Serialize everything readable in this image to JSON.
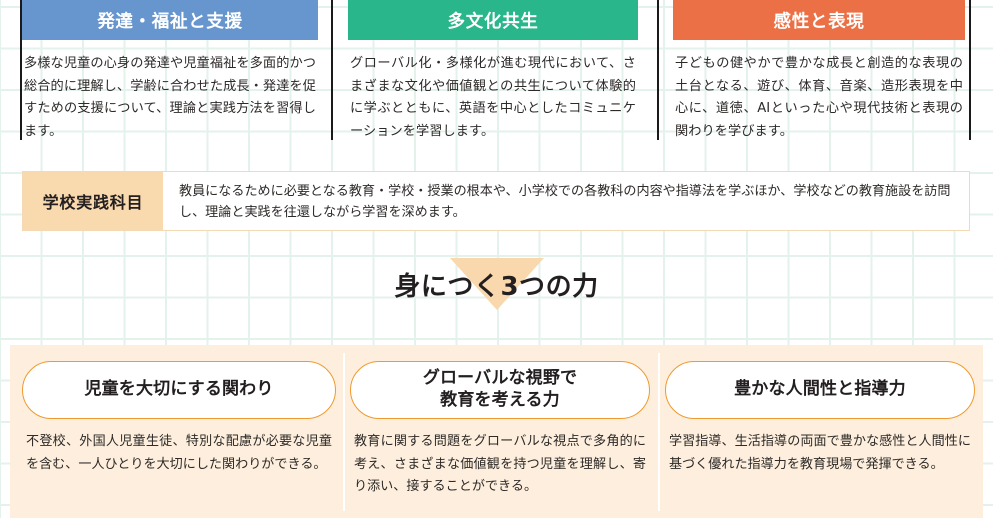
{
  "colors": {
    "blue": "#6795CE",
    "green": "#29B68A",
    "orange": "#EC7045",
    "panel_peach": "#FDEEDD",
    "label_peach": "#F9D9AE",
    "triangle_peach": "#FAD8AD",
    "pill_border": "#EF9A2E",
    "grid_line": "#E4F2EC"
  },
  "subjects": [
    {
      "title": "発達・福祉と支援",
      "header_color": "#6795CE",
      "description": "多様な児童の心身の発達や児童福祉を多面的かつ総合的に理解し、学齢に合わせた成長・発達を促すための支援について、理論と実践方法を習得します。"
    },
    {
      "title": "多文化共生",
      "header_color": "#29B68A",
      "description": "グローバル化・多様化が進む現代において、さまざまな文化や価値観との共生について体験的に学ぶとともに、英語を中心としたコミュニケーションを学習します。"
    },
    {
      "title": "感性と表現",
      "header_color": "#EC7045",
      "description": "子どもの健やかで豊かな成長と創造的な表現の土台となる、遊び、体育、音楽、造形表現を中心に、道徳、AIといった心や現代技術と表現の関わりを学びます。"
    }
  ],
  "practice": {
    "label": "学校実践科目",
    "text": "教員になるために必要となる教育・学校・授業の根本や、小学校での各教科の内容や指導法を学ぶほか、学校などの教育施設を訪問し、理論と実践を往還しながら学習を深めます。"
  },
  "center_heading": {
    "text": "身につく3つの力"
  },
  "skills": [
    {
      "title_line1": "児童を大切にする関わり",
      "title_line2": "",
      "description": "不登校、外国人児童生徒、特別な配慮が必要な児童を含む、一人ひとりを大切にした関わりができる。"
    },
    {
      "title_line1": "グローバルな視野で",
      "title_line2": "教育を考える力",
      "description": "教育に関する問題をグローバルな視点で多角的に考え、さまざまな価値観を持つ児童を理解し、寄り添い、接することができる。"
    },
    {
      "title_line1": "豊かな人間性と指導力",
      "title_line2": "",
      "description": "学習指導、生活指導の両面で豊かな感性と人間性に基づく優れた指導力を教育現場で発揮できる。"
    }
  ]
}
